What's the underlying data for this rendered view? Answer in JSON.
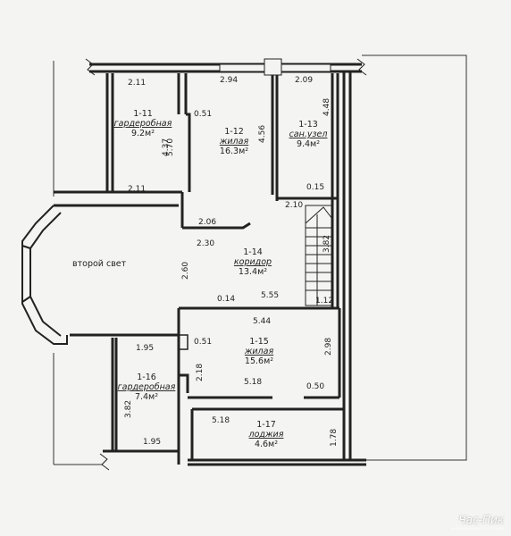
{
  "plan": {
    "rooms": [
      {
        "id": "1-11",
        "name": "гардеробная",
        "area": "9.2м²"
      },
      {
        "id": "1-12",
        "name": "жилая",
        "area": "16.3м²"
      },
      {
        "id": "1-13",
        "name": "сан.узел",
        "area": "9.4м²"
      },
      {
        "id": "1-14",
        "name": "коридор",
        "area": "13.4м²"
      },
      {
        "id": "1-15",
        "name": "жилая",
        "area": "15.6м²"
      },
      {
        "id": "1-16",
        "name": "гардеробная",
        "area": "7.4м²"
      },
      {
        "id": "1-17",
        "name": "лоджия",
        "area": "4.6м²"
      }
    ],
    "void_label": "второй свет",
    "dims": [
      "2.11",
      "2.94",
      "2.09",
      "4.48",
      "0.51",
      "5.70",
      "4.37",
      "4.56",
      "2.11",
      "0.15",
      "2.10",
      "2.06",
      "2.30",
      "3.82",
      "2.60",
      "0.14",
      "5.55",
      "1.12",
      "5.44",
      "1.95",
      "0.51",
      "2.98",
      "2.18",
      "5.18",
      "0.50",
      "3.82",
      "5.18",
      "1.95",
      "1.78"
    ]
  },
  "watermark": {
    "title": "Час-Пик",
    "subtitle": "информационное агентство"
  }
}
